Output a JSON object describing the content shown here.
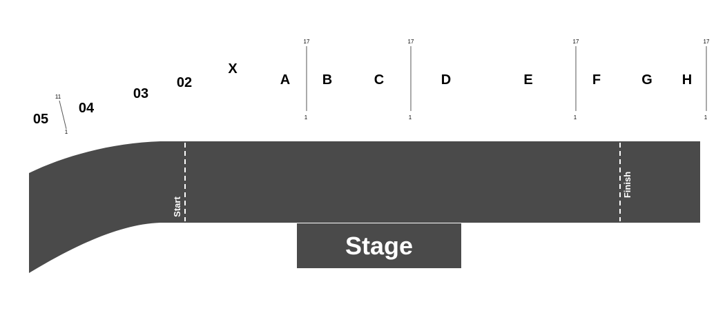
{
  "colors": {
    "track": "#4a4a4a",
    "background": "#ffffff",
    "label": "#000000",
    "divider": "#555555",
    "marker": "#ffffff"
  },
  "sections": [
    "05",
    "04",
    "03",
    "02",
    "X",
    "A",
    "B",
    "C",
    "D",
    "E",
    "F",
    "G",
    "H"
  ],
  "row_markers": [
    {
      "top": "11",
      "bottom": "1"
    },
    {
      "top": "17",
      "bottom": "1"
    },
    {
      "top": "17",
      "bottom": "1"
    },
    {
      "top": "17",
      "bottom": "1"
    },
    {
      "top": "17",
      "bottom": "1"
    }
  ],
  "track": {
    "start_label": "Start",
    "finish_label": "Finish"
  },
  "stage": {
    "label": "Stage"
  }
}
